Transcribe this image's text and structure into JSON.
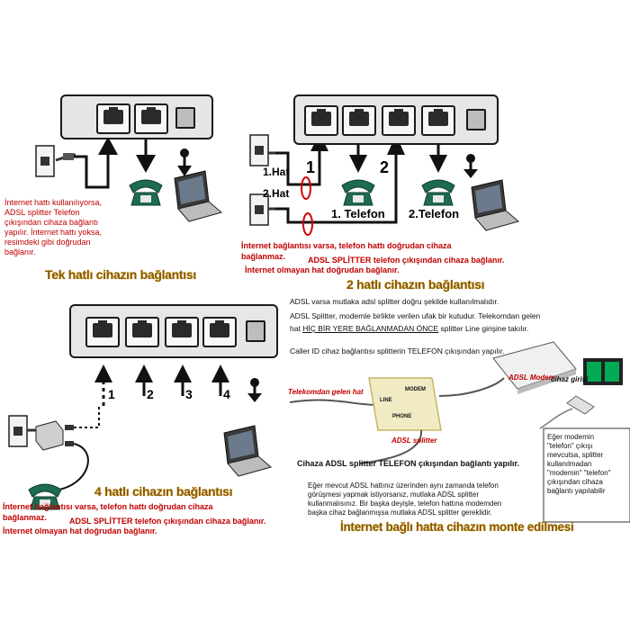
{
  "panel1": {
    "note": [
      "İnternet hattı kullanılıyorsa,",
      "ADSL splitter Telefon",
      "çıkışından cihaza bağlantı",
      "yapılır. İnternet hattı yoksa,",
      "resimdeki gibi doğrudan",
      "bağlanır."
    ],
    "caption": "Tek hatlı cihazın bağlantısı"
  },
  "panel2": {
    "line1": "1.Hat",
    "line2": "2.Hat",
    "phone1": "1. Telefon",
    "phone2": "2.Telefon",
    "n1": "1",
    "n2": "2",
    "note1": "İnternet bağlantısı varsa, telefon hattı doğrudan cihaza",
    "note2": "bağlanmaz.",
    "note2b": "ADSL SPLİTTER telefon çıkışından cihaza bağlanır.",
    "note3": "İnternet olmayan hat doğrudan bağlanır.",
    "caption": "2 hatlı cihazın bağlantısı"
  },
  "panel3": {
    "nums": [
      "1",
      "2",
      "3",
      "4"
    ],
    "caption": "4 hatlı cihazın bağlantısı",
    "note1": "İnternet bağlantısı varsa, telefon hattı doğrudan cihaza",
    "note2": "bağlanmaz.",
    "note2b": "ADSL SPLİTTER telefon çıkışından cihaza bağlanır.",
    "note3": "İnternet olmayan hat doğrudan bağlanır."
  },
  "panel4": {
    "p1": "ADSL varsa mutlaka adsl splitter doğru şekilde kullanılmalıdır.",
    "p2": "ADSL Splitter, modemle birlikte verilen ufak bir kutudur.  Telekomdan gelen",
    "p3a": "hat ",
    "p3b": "HİÇ BİR YERE BAĞLANMADAN ÖNCE",
    "p3c": "  splitter Line girişine takılır.",
    "p4": "Caller ID cihaz bağlantısı splitterin TELEFON çıkışından yapılır.",
    "telekom": "Telekomdan gelen hat",
    "modem": "ADSL Modem",
    "cihaz_girisi": "cihaz girişi",
    "splitter": "ADSL splitter",
    "splitter_line": "LINE",
    "splitter_phone": "PHONE",
    "splitter_modem": "MODEM",
    "box": [
      "Eğer modemin",
      "\"telefon\" çıkışı",
      "mevcutsa, splitter",
      "kullanılmadan",
      "\"modemin\" \"telefon\"",
      "çıkışından cihaza",
      "bağlantı yapılabilir"
    ],
    "phone_conn": "Cihaza ADSL splitter TELEFON çıkışından bağlantı yapılır.",
    "para": [
      "Eğer mevcut ADSL hattınız üzerinden aynı zamanda telefon",
      "görüşmesi yapmak istiyorsanız, mutlaka ADSL splitter",
      "kullanmalısınız. Bir başka deyişle, telefon hattına modemden",
      "başka cihaz bağlanmışsa mutlaka ADSL splitter gereklidir."
    ],
    "caption": "İnternet bağlı hatta cihazın monte edilmesi"
  },
  "colors": {
    "red": "#c00000",
    "caption": "#8a5a00",
    "phone": "#1e6b4f"
  }
}
